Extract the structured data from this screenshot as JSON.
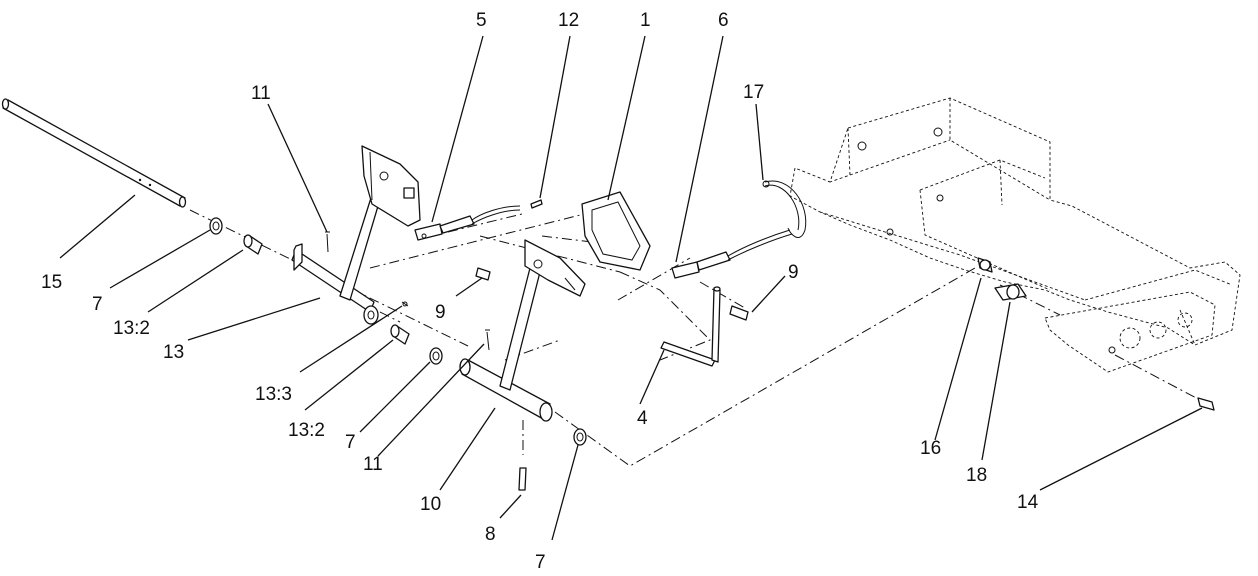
{
  "callouts": {
    "c1": "1",
    "c4": "4",
    "c5": "5",
    "c6": "6",
    "c7a": "7",
    "c7b": "7",
    "c7c": "7",
    "c8": "8",
    "c9a": "9",
    "c9b": "9",
    "c10": "10",
    "c11a": "11",
    "c11b": "11",
    "c12": "12",
    "c13": "13",
    "c13_2a": "13:2",
    "c13_2b": "13:2",
    "c13_3": "13:3",
    "c14": "14",
    "c15": "15",
    "c16": "16",
    "c17": "17",
    "c18": "18"
  }
}
